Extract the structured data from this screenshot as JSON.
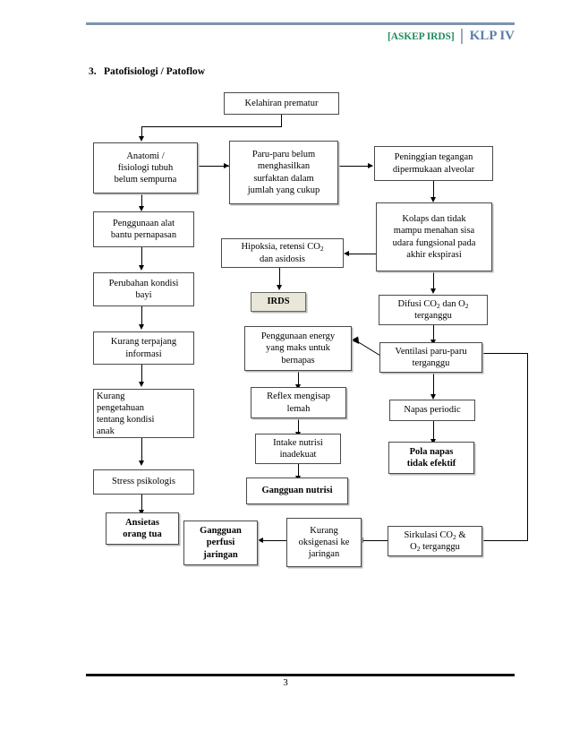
{
  "header": {
    "left_tag": "[ASKEP IRDS]",
    "right_tag": "KLP IV",
    "left_color": "#1f8a5f",
    "right_color": "#5b7fa6",
    "rule_color": "#7e95ad"
  },
  "footer": {
    "page_number": "3"
  },
  "section": {
    "number": "3.",
    "title": "Patofisiologi / Patoflow"
  },
  "chart_data": {
    "type": "diagram",
    "title": "Patofisiologi / Patoflow",
    "nodes": [
      {
        "id": "n1",
        "label": "Kelahiran prematur",
        "bold": false,
        "fill": "#ffffff"
      },
      {
        "id": "n2",
        "label": "Anatomi / fisiologi tubuh belum sempurna",
        "bold": false,
        "fill": "#ffffff"
      },
      {
        "id": "n3",
        "label": "Paru-paru belum menghasilkan surfaktan dalam jumlah yang cukup",
        "bold": false,
        "fill": "#ffffff"
      },
      {
        "id": "n4",
        "label": "Peninggian tegangan dipermukaan alveolar",
        "bold": false,
        "fill": "#ffffff"
      },
      {
        "id": "n5",
        "label": "Penggunaan alat bantu pernapasan",
        "bold": false,
        "fill": "#ffffff"
      },
      {
        "id": "n6",
        "label": "Kolaps dan tidak mampu menahan sisa udara fungsional pada akhir ekspirasi",
        "bold": false,
        "fill": "#ffffff"
      },
      {
        "id": "n7",
        "label": "Hipoksia, retensi CO2 dan asidosis",
        "bold": false,
        "fill": "#ffffff"
      },
      {
        "id": "n8",
        "label": "Perubahan kondisi bayi",
        "bold": false,
        "fill": "#ffffff"
      },
      {
        "id": "n9",
        "label": "IRDS",
        "bold": true,
        "fill": "#e9e6da"
      },
      {
        "id": "n10",
        "label": "Difusi CO2 dan O2 terganggu",
        "bold": false,
        "fill": "#ffffff"
      },
      {
        "id": "n11",
        "label": "Kurang terpajang informasi",
        "bold": false,
        "fill": "#ffffff"
      },
      {
        "id": "n12",
        "label": "Penggunaan energy yang maks untuk bernapas",
        "bold": false,
        "fill": "#ffffff"
      },
      {
        "id": "n13",
        "label": "Ventilasi paru-paru terganggu",
        "bold": false,
        "fill": "#ffffff"
      },
      {
        "id": "n14",
        "label": "Kurang pengetahuan tentang kondisi",
        "bold": false,
        "fill": "#ffffff"
      },
      {
        "id": "n15",
        "label": "Reflex mengisap lemah",
        "bold": false,
        "fill": "#ffffff"
      },
      {
        "id": "n16",
        "label": "Napas periodic",
        "bold": false,
        "fill": "#ffffff"
      },
      {
        "id": "n17",
        "label": "Intake nutrisi inadekuat",
        "bold": false,
        "fill": "#ffffff"
      },
      {
        "id": "n18",
        "label": "Pola napas tidak efektif",
        "bold": true,
        "fill": "#ffffff"
      },
      {
        "id": "n19",
        "label": "Stress psikologis",
        "bold": false,
        "fill": "#ffffff"
      },
      {
        "id": "n20",
        "label": "Gangguan nutrisi",
        "bold": true,
        "fill": "#ffffff"
      },
      {
        "id": "n21",
        "label": "Ansietas orang tua",
        "bold": true,
        "fill": "#ffffff"
      },
      {
        "id": "n22",
        "label": "Gangguan perfusi jaringan",
        "bold": true,
        "fill": "#ffffff"
      },
      {
        "id": "n23",
        "label": "Kurang oksigenasi ke jaringan",
        "bold": false,
        "fill": "#ffffff"
      },
      {
        "id": "n24",
        "label": "Sirkulasi CO2 & O2 terganggu",
        "bold": false,
        "fill": "#ffffff"
      }
    ],
    "edges": [
      {
        "from": "n1",
        "to": "n2"
      },
      {
        "from": "n2",
        "to": "n3"
      },
      {
        "from": "n3",
        "to": "n4"
      },
      {
        "from": "n2",
        "to": "n5"
      },
      {
        "from": "n5",
        "to": "n8"
      },
      {
        "from": "n8",
        "to": "n11"
      },
      {
        "from": "n11",
        "to": "n14"
      },
      {
        "from": "n14",
        "to": "n19"
      },
      {
        "from": "n19",
        "to": "n21"
      },
      {
        "from": "n4",
        "to": "n6"
      },
      {
        "from": "n6",
        "to": "n7"
      },
      {
        "from": "n7",
        "to": "n9"
      },
      {
        "from": "n6",
        "to": "n10"
      },
      {
        "from": "n10",
        "to": "n13"
      },
      {
        "from": "n13",
        "to": "n16"
      },
      {
        "from": "n16",
        "to": "n18"
      },
      {
        "from": "n13",
        "to": "n12"
      },
      {
        "from": "n12",
        "to": "n15"
      },
      {
        "from": "n15",
        "to": "n17"
      },
      {
        "from": "n17",
        "to": "n20"
      },
      {
        "from": "n13",
        "to": "n24"
      },
      {
        "from": "n24",
        "to": "n23"
      },
      {
        "from": "n23",
        "to": "n22"
      }
    ]
  },
  "boxes": {
    "n1": {
      "l1": "Kelahiran prematur"
    },
    "n2": {
      "l1": "Anatomi /",
      "l2": "fisiologi tubuh",
      "l3": "belum sempurna"
    },
    "n3": {
      "l1": "Paru-paru belum",
      "l2": "menghasilkan",
      "l3": "surfaktan dalam",
      "l4": "jumlah yang cukup"
    },
    "n4": {
      "l1": "Peninggian tegangan",
      "l2": "dipermukaan alveolar"
    },
    "n5": {
      "l1": "Penggunaan alat",
      "l2": "bantu pernapasan"
    },
    "n6": {
      "l1": "Kolaps dan tidak",
      "l2": "mampu menahan sisa",
      "l3": "udara fungsional pada",
      "l4": "akhir ekspirasi"
    },
    "n7": {
      "l1a": "Hipoksia, retensi CO",
      "l1sub": "2",
      "l2": "dan asidosis"
    },
    "n8": {
      "l1": "Perubahan kondisi",
      "l2": "bayi"
    },
    "n9": {
      "l1": "IRDS"
    },
    "n10": {
      "l1a": "Difusi CO",
      "l1sub1": "2",
      "l1b": " dan O",
      "l1sub2": "2",
      "l2": "terganggu"
    },
    "n11": {
      "l1": "Kurang terpajang",
      "l2": "informasi"
    },
    "n12": {
      "l1": "Penggunaan energy",
      "l2": "yang maks untuk",
      "l3": "bernapas"
    },
    "n13": {
      "l1": "Ventilasi paru-paru",
      "l2": "terganggu"
    },
    "n14": {
      "l1": "Kurang",
      "l2": "pengetahuan",
      "l3": "tentang kondisi",
      "l4": "anak"
    },
    "n15": {
      "l1": "Reflex mengisap",
      "l2": "lemah"
    },
    "n16": {
      "l1": "Napas periodic"
    },
    "n17": {
      "l1": "Intake nutrisi",
      "l2": "inadekuat"
    },
    "n18": {
      "l1": "Pola napas",
      "l2": "tidak efektif"
    },
    "n19": {
      "l1": "Stress psikologis"
    },
    "n20": {
      "l1": "Gangguan nutrisi"
    },
    "n21": {
      "l1": "Ansietas",
      "l2": "orang tua"
    },
    "n22": {
      "l1": "Gangguan",
      "l2": "perfusi",
      "l3": "jaringan"
    },
    "n23": {
      "l1": "Kurang",
      "l2": "oksigenasi ke",
      "l3": "jaringan"
    },
    "n24": {
      "l1a": "Sirkulasi CO",
      "l1sub": "2",
      "l1b": " &",
      "l2a": "O",
      "l2sub": "2",
      "l2b": " terganggu"
    }
  }
}
